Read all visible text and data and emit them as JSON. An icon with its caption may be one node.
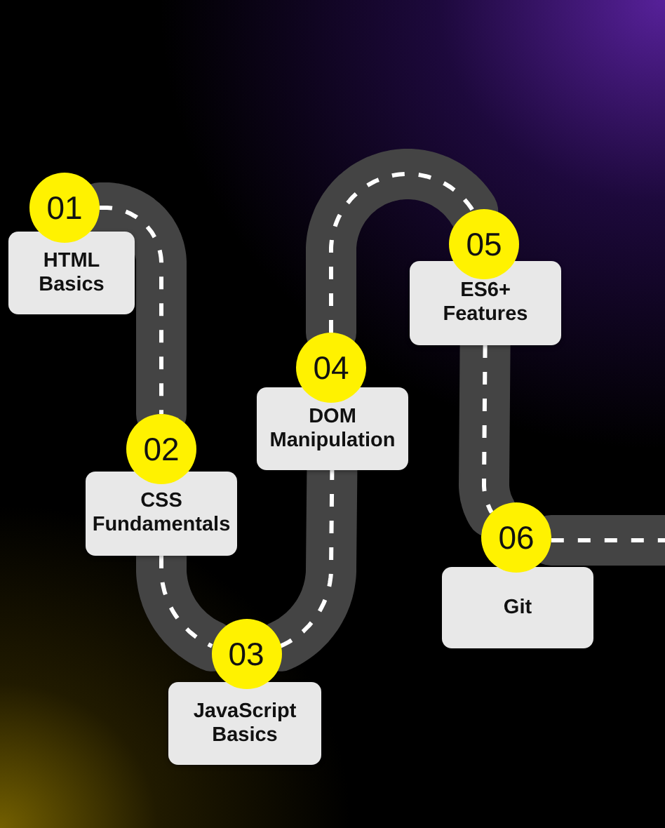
{
  "diagram": {
    "nodes": [
      {
        "text": [
          "01"
        ]
      },
      {
        "text": [
          "HTML Basics"
        ]
      },
      {
        "text": [
          "02"
        ]
      },
      {
        "text": [
          "CSS Fundamentals"
        ]
      },
      {
        "text": [
          "03"
        ]
      },
      {
        "text": [
          "JavaScript Basics"
        ]
      },
      {
        "text": [
          "04"
        ]
      },
      {
        "text": [
          "DOM Manipulation"
        ]
      },
      {
        "text": [
          "05"
        ]
      },
      {
        "text": [
          "ES6+ Features"
        ]
      },
      {
        "text": [
          "06"
        ]
      },
      {
        "text": [
          "Git"
        ]
      }
    ],
    "edges": [
      {
        "from": 0,
        "to": 2,
        "arrow": "none"
      },
      {
        "from": 3,
        "to": 4,
        "arrow": "none"
      },
      {
        "from": 4,
        "to": 7,
        "arrow": "none"
      },
      {
        "from": 6,
        "to": 8,
        "arrow": "none"
      },
      {
        "from": 9,
        "to": 10,
        "arrow": "none"
      },
      {
        "from": 10,
        "to": null,
        "arrow": "none"
      }
    ]
  }
}
